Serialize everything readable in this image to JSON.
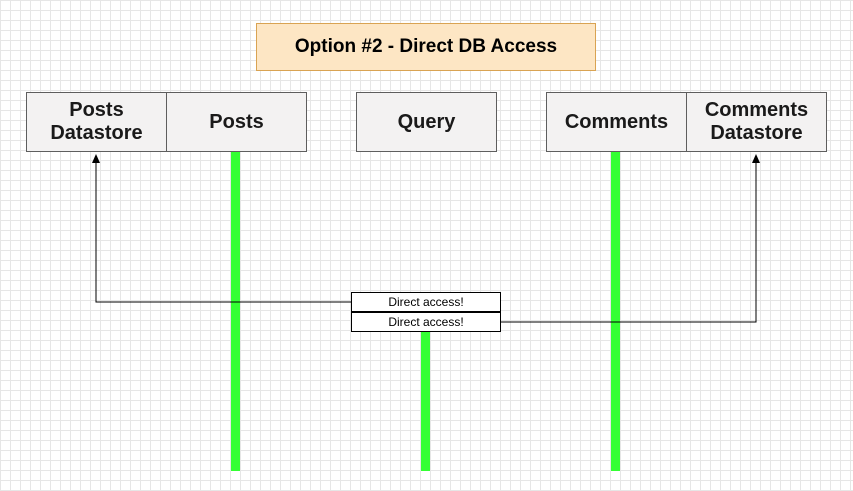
{
  "title": "Option #2 - Direct DB Access",
  "services": {
    "posts_datastore": "Posts\nDatastore",
    "posts": "Posts",
    "query": "Query",
    "comments": "Comments",
    "comments_datastore": "Comments\nDatastore"
  },
  "labels": {
    "posts_access": "Direct access!",
    "comments_access": "Direct access!"
  },
  "colors": {
    "title_fill": "#fde6c4",
    "title_border": "#d9a352",
    "service_fill": "#f3f2f2",
    "lifeline": "#33ff33"
  }
}
